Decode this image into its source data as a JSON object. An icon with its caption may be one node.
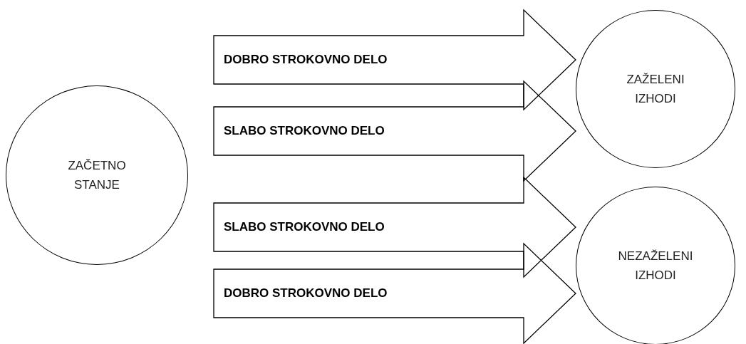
{
  "diagram": {
    "nodes": [
      {
        "text": [
          "ZAČETNO STANJE"
        ]
      },
      {
        "text": [
          "ZAŽELENI IZHODI"
        ]
      },
      {
        "text": [
          "NEZAŽELENI IZHODI"
        ]
      }
    ],
    "edges": [
      {
        "from": null,
        "to": 1,
        "arrow": "to",
        "label": "DOBRO STROKOVNO DELO"
      },
      {
        "from": null,
        "to": 1,
        "arrow": "to",
        "label": "SLABO STROKOVNO DELO"
      },
      {
        "from": null,
        "to": 2,
        "arrow": "to",
        "label": "SLABO STROKOVNO DELO"
      },
      {
        "from": null,
        "to": 2,
        "arrow": "to",
        "label": "DOBRO STROKOVNO DELO"
      }
    ]
  }
}
